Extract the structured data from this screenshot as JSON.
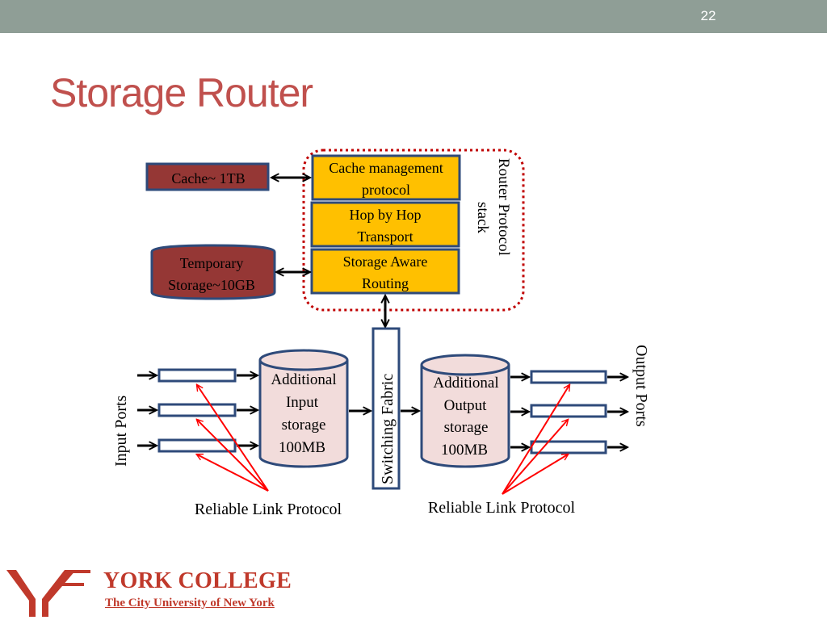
{
  "header": {
    "slide_number": "22"
  },
  "title": "Storage Router",
  "diagram": {
    "cache": "Cache~ 1TB",
    "temporary_storage": [
      "Temporary",
      "Storage~10GB"
    ],
    "stack_layers": [
      [
        "Cache management",
        "protocol"
      ],
      [
        "Hop by Hop",
        "Transport"
      ],
      [
        "Storage Aware",
        "Routing"
      ]
    ],
    "stack_label": [
      "Router Protocol",
      "stack"
    ],
    "switching_fabric": "Switching Fabric",
    "input_storage": [
      "Additional",
      "Input",
      "storage",
      "100MB"
    ],
    "output_storage": [
      "Additional",
      "Output",
      "storage",
      "100MB"
    ],
    "input_ports": "Input Ports",
    "output_ports": "Output Ports",
    "link_protocol_left": "Reliable Link Protocol",
    "link_protocol_right": "Reliable Link Protocol"
  },
  "footer": {
    "college_name": "YORK COLLEGE",
    "university": "The City University of New York"
  },
  "colors": {
    "title": "#c0504d",
    "topbar": "#8f9e96",
    "stack_fill": "#ffc000",
    "box_border": "#2e4a7a",
    "storage_dark": "#953735",
    "cylinder_fill": "#f2dcdb",
    "link_arrow": "#ff0000",
    "dotted_outline": "#c00000"
  }
}
